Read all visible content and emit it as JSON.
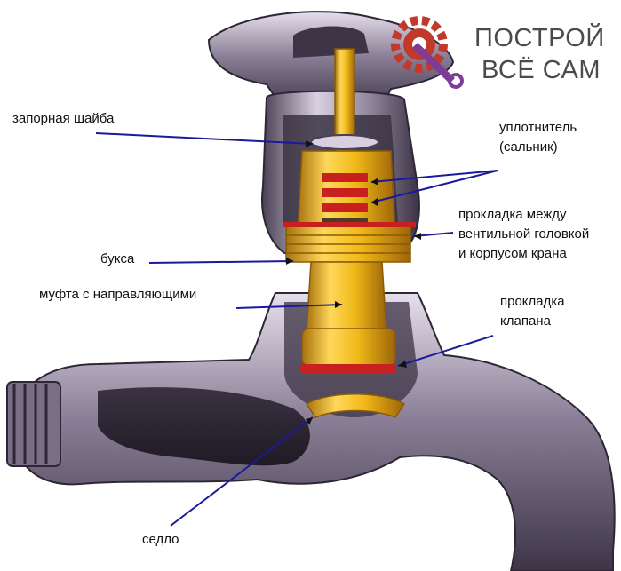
{
  "brand": {
    "line1": "ПОСТРОЙ",
    "line2": "ВСЁ САМ",
    "icon": "gear-wrench-icon",
    "color_gear": "#c0392b",
    "color_wrench": "#7d3c98"
  },
  "labels": {
    "lock_washer": "запорная шайба",
    "gland_line1": "уплотнитель",
    "gland_line2": "(сальник)",
    "head_gasket_line1": "прокладка между",
    "head_gasket_line2": "вентильной головкой",
    "head_gasket_line3": "и корпусом крана",
    "bushing": "букса",
    "guide_sleeve": "муфта с направляющими",
    "valve_gasket_line1": "прокладка",
    "valve_gasket_line2": "клапана",
    "seat": "седло"
  },
  "colors": {
    "pointer": "#1a1a9c",
    "body_metal": "#6b5f78",
    "body_light": "#d8cfe0",
    "brass": "#e8b21a",
    "brass_dark": "#b07a10",
    "seal_red": "#c8201e"
  }
}
